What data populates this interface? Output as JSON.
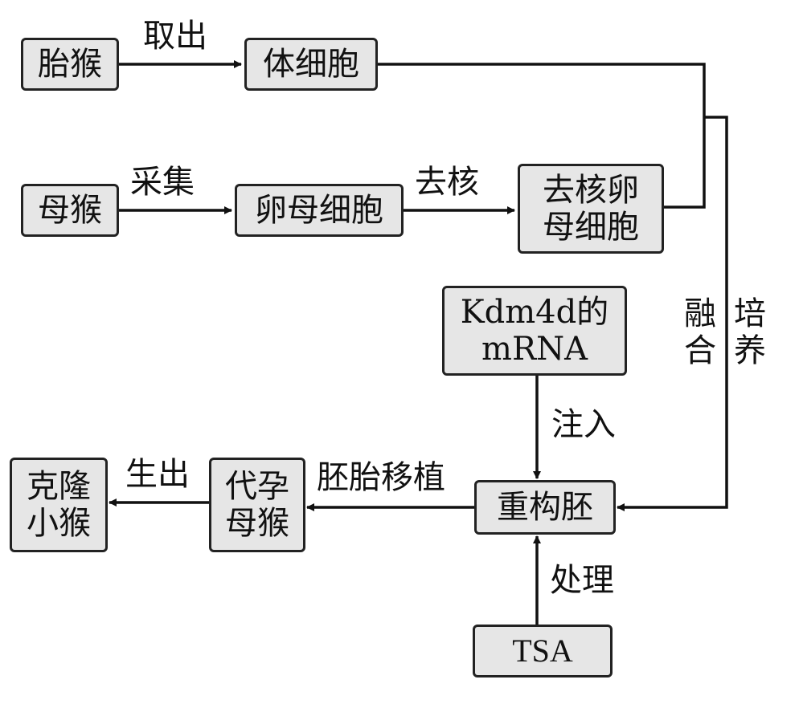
{
  "nodes": {
    "fetal_monkey": "胎猴",
    "somatic_cell": "体细胞",
    "mother_monkey": "母猴",
    "oocyte": "卵母细胞",
    "enucleated_oocyte": "去核卵\n母细胞",
    "kdm4d_mrna": "Kdm4d的\nmRNA",
    "reconstructed_embryo": "重构胚",
    "surrogate_mother": "代孕\n母猴",
    "cloned_monkey": "克隆\n小猴",
    "tsa": "TSA"
  },
  "edge_labels": {
    "take_out": "取出",
    "collect": "采集",
    "enucleate": "去核",
    "fuse": "融\n合",
    "culture": "培\n养",
    "inject": "注入",
    "treat": "处理",
    "embryo_transfer": "胚胎移植",
    "give_birth": "生出"
  }
}
